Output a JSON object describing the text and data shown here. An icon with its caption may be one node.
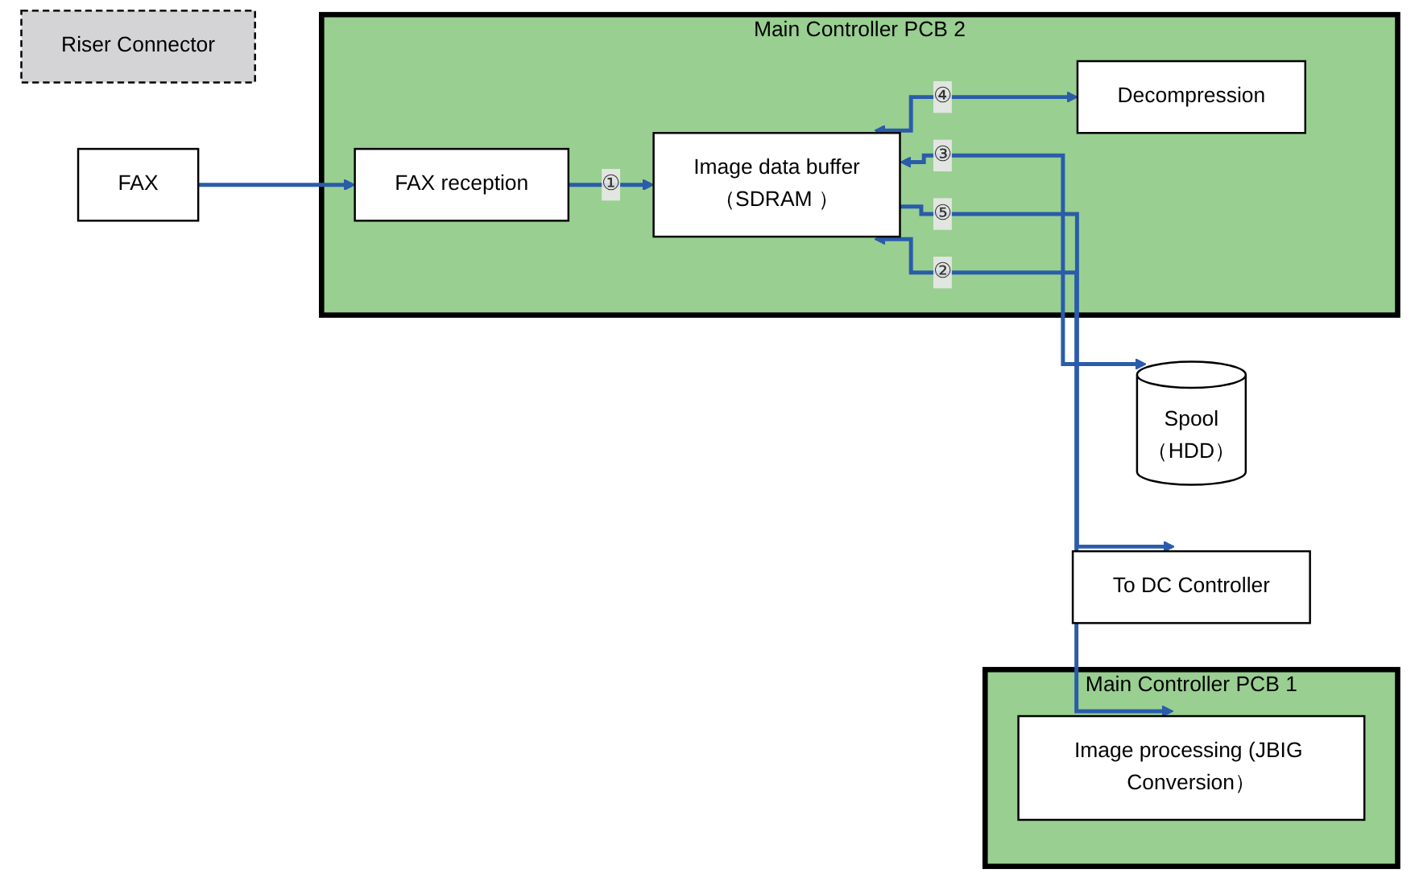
{
  "diagram": {
    "nodes": [
      {
        "text": [
          "Main Controller PCB 1"
        ]
      },
      {
        "text": [
          "Image processing (JBIG Conversion）"
        ],
        "in": 0
      },
      {
        "text": [
          "Main Controller PCB 2"
        ]
      },
      {
        "text": [
          "Image data buffer",
          "（SDRAM ）"
        ],
        "in": 2
      },
      {
        "text": [
          "FAX reception"
        ],
        "in": 2
      },
      {
        "text": [
          "Decompression"
        ],
        "in": 2
      },
      {
        "text": [
          "Riser Connector"
        ]
      },
      {
        "text": [
          "FAX"
        ]
      },
      {
        "text": [
          "Spool",
          "（HDD）"
        ]
      },
      {
        "text": [
          "To DC Controller"
        ]
      }
    ],
    "edges": [
      {
        "from": 7,
        "to": 4,
        "arrow": "to"
      },
      {
        "from": 4,
        "to": 3,
        "arrow": "to",
        "label": "①"
      },
      {
        "from": 3,
        "to": 1,
        "arrow": "both",
        "label": "②"
      },
      {
        "from": 3,
        "to": 8,
        "arrow": "both",
        "label": "③"
      },
      {
        "from": 3,
        "to": 5,
        "arrow": "both",
        "label": "④"
      },
      {
        "from": 3,
        "to": 9,
        "arrow": "to",
        "label": "⑤"
      }
    ]
  }
}
